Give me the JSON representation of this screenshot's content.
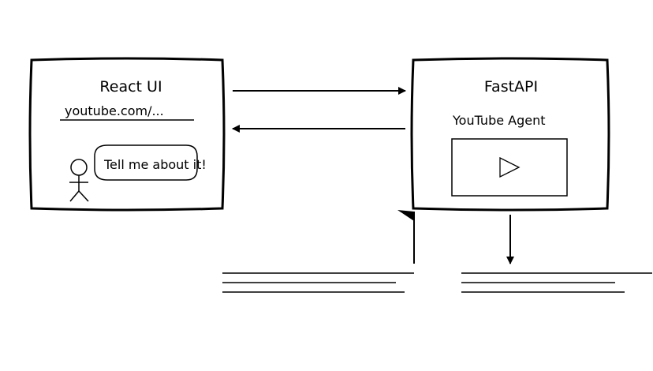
{
  "left_panel": {
    "title": "React UI",
    "url_text": "youtube.com/...",
    "speech": "Tell me about it!"
  },
  "right_panel": {
    "title": "FastAPI",
    "agent_label": "YouTube Agent"
  },
  "icons": {
    "user": "stick-figure-icon",
    "play": "play-icon",
    "flag": "flag-icon"
  },
  "colors": {
    "stroke": "#000000",
    "background": "#ffffff"
  }
}
